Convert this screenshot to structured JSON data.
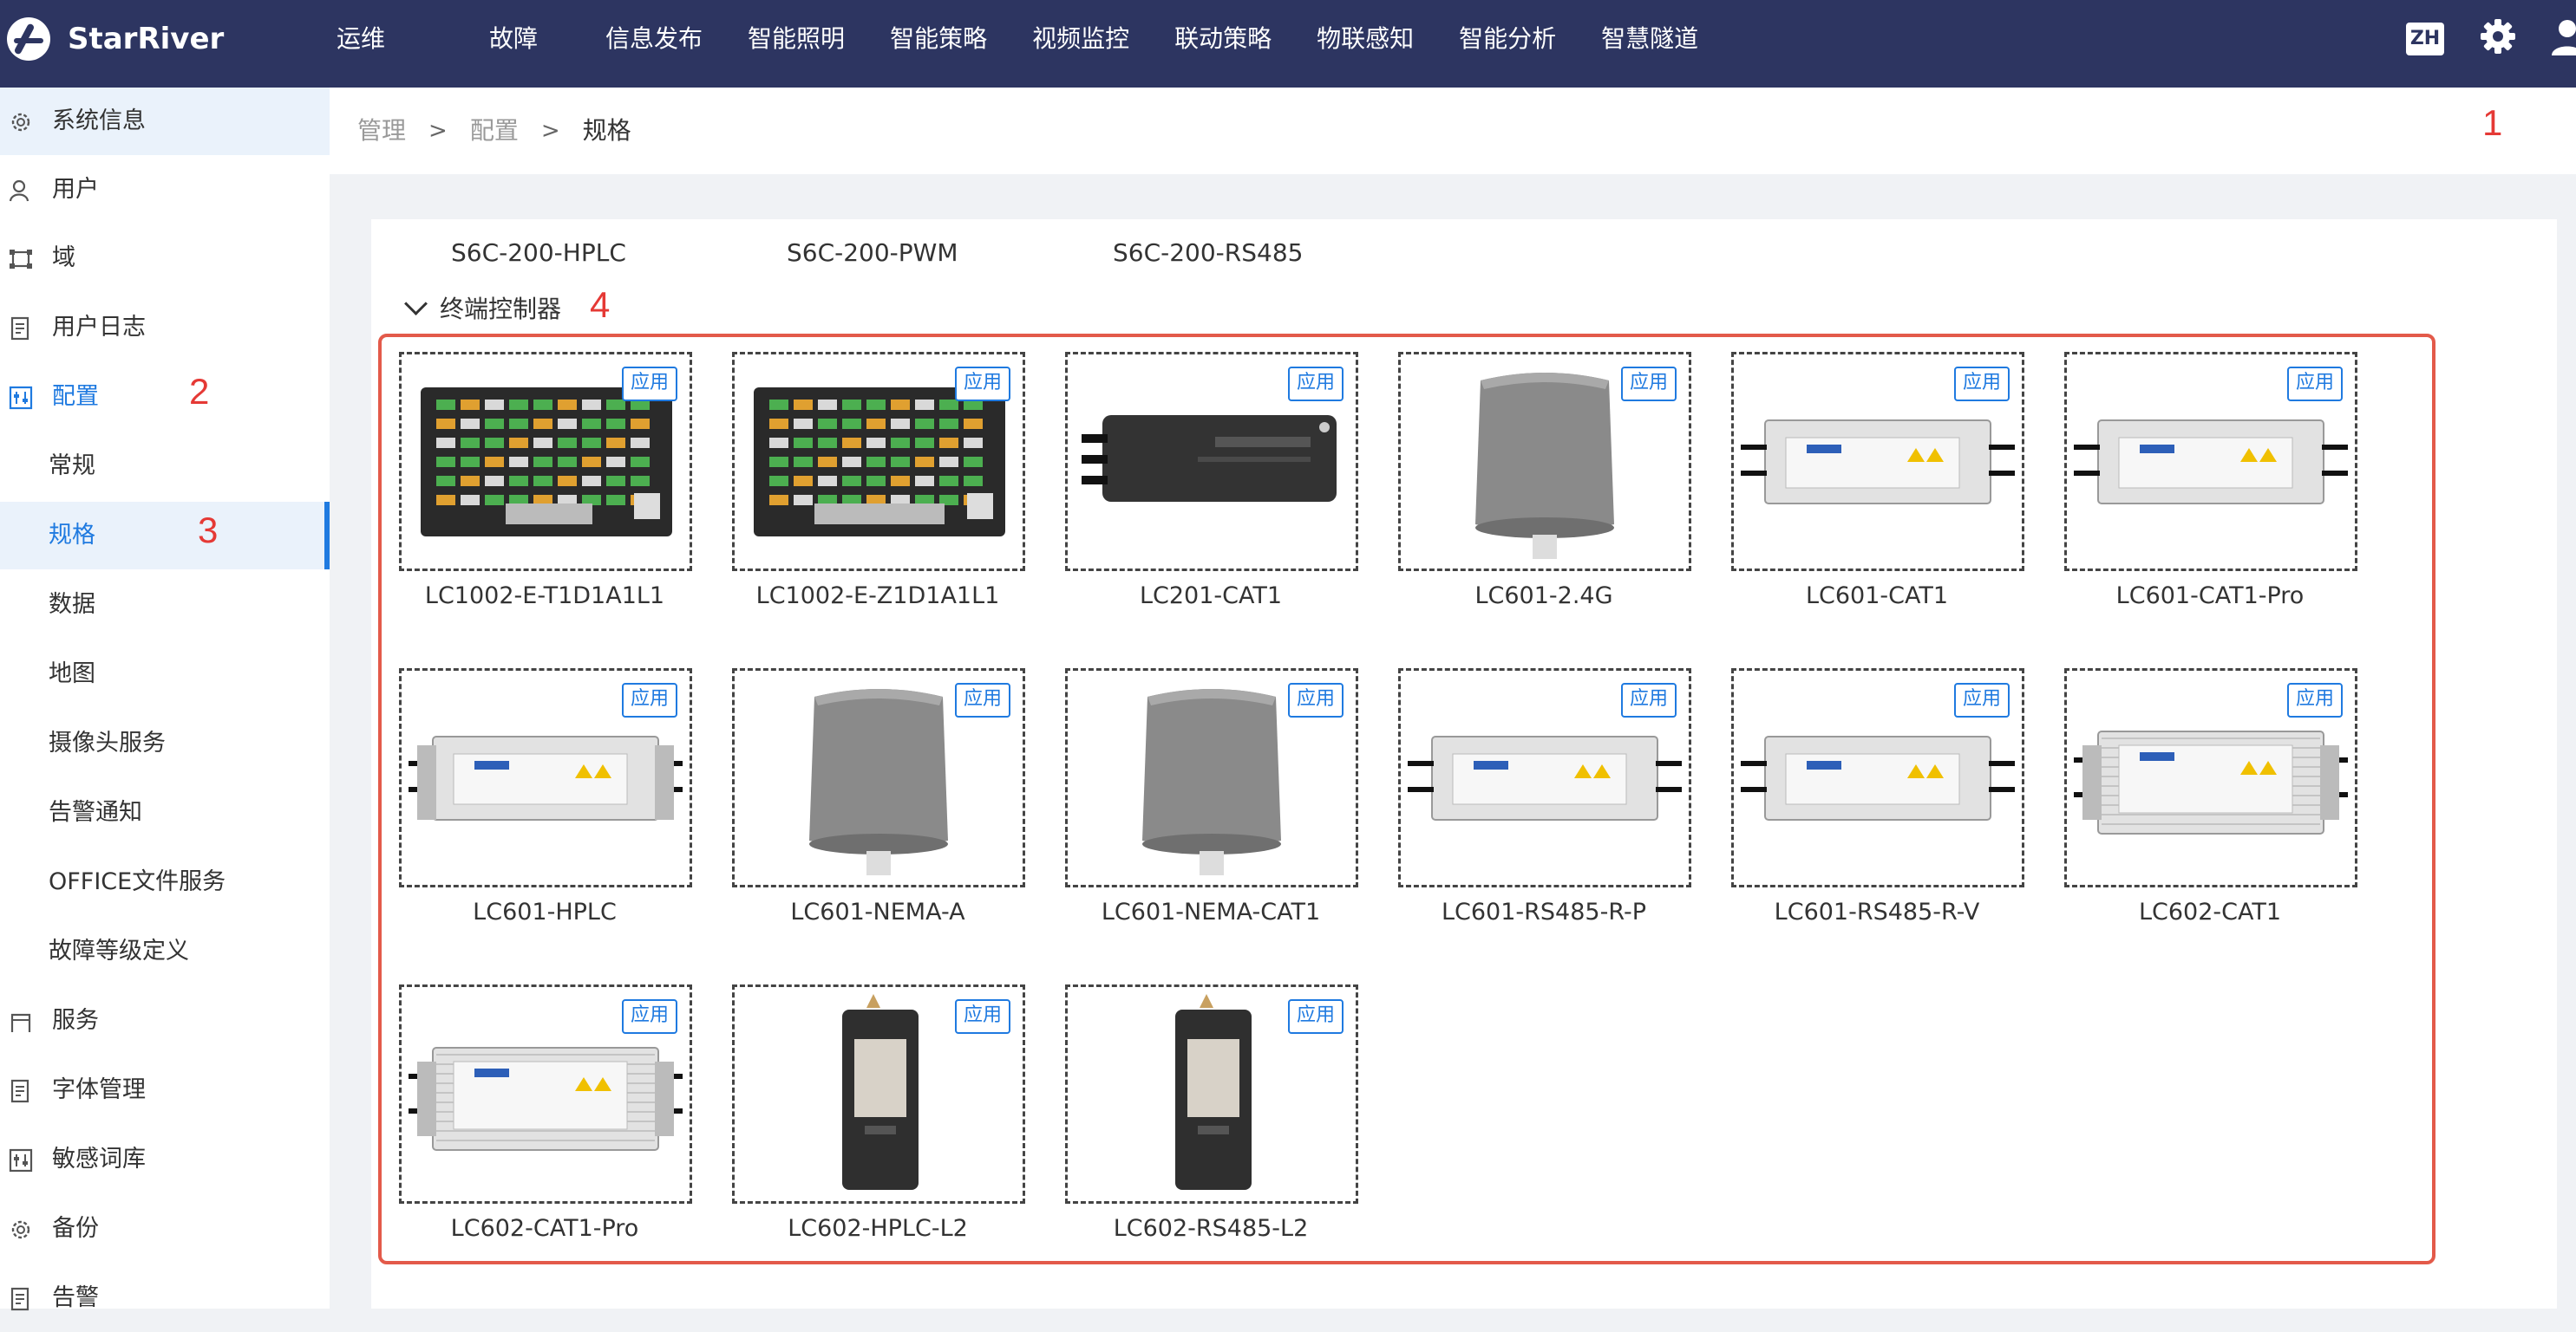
{
  "app": {
    "brand": "StarRiver"
  },
  "topnav": [
    "运维",
    "故障",
    "信息发布",
    "智能照明",
    "智能策略",
    "视频监控",
    "联动策略",
    "物联感知",
    "智能分析",
    "智慧隧道"
  ],
  "header_actions": {
    "lang": "ZH",
    "settings_icon": "gear-icon",
    "user_icon": "user-icon"
  },
  "sidebar": {
    "items": [
      {
        "label": "系统信息",
        "icon": "gear-icon"
      },
      {
        "label": "用户",
        "icon": "user-icon"
      },
      {
        "label": "域",
        "icon": "domain-icon"
      },
      {
        "label": "用户日志",
        "icon": "log-icon"
      },
      {
        "label": "配置",
        "icon": "config-icon"
      },
      {
        "label": "常规",
        "icon": ""
      },
      {
        "label": "规格",
        "icon": ""
      },
      {
        "label": "数据",
        "icon": ""
      },
      {
        "label": "地图",
        "icon": ""
      },
      {
        "label": "摄像头服务",
        "icon": ""
      },
      {
        "label": "告警通知",
        "icon": ""
      },
      {
        "label": "OFFICE文件服务",
        "icon": ""
      },
      {
        "label": "故障等级定义",
        "icon": ""
      },
      {
        "label": "服务",
        "icon": "server-icon"
      },
      {
        "label": "字体管理",
        "icon": "log-icon"
      },
      {
        "label": "敏感词库",
        "icon": "config-icon"
      },
      {
        "label": "备份",
        "icon": "gear-icon"
      },
      {
        "label": "告警",
        "icon": "log-icon"
      }
    ]
  },
  "breadcrumb": {
    "items": [
      "管理",
      "配置"
    ],
    "current": "规格",
    "separator": ">"
  },
  "tabs": [
    "S6C-200-HPLC",
    "S6C-200-PWM",
    "S6C-200-RS485"
  ],
  "group": {
    "title": "终端控制器"
  },
  "apply_label": "应用",
  "products": [
    {
      "name": "LC1002-E-T1D1A1L1",
      "kind": "board-a"
    },
    {
      "name": "LC1002-E-Z1D1A1L1",
      "kind": "board-b"
    },
    {
      "name": "LC201-CAT1",
      "kind": "black-box"
    },
    {
      "name": "LC601-2.4G",
      "kind": "nema"
    },
    {
      "name": "LC601-CAT1",
      "kind": "driver"
    },
    {
      "name": "LC601-CAT1-Pro",
      "kind": "driver"
    },
    {
      "name": "LC601-HPLC",
      "kind": "driver-bracket"
    },
    {
      "name": "LC601-NEMA-A",
      "kind": "nema"
    },
    {
      "name": "LC601-NEMA-CAT1",
      "kind": "nema"
    },
    {
      "name": "LC601-RS485-R-P",
      "kind": "driver"
    },
    {
      "name": "LC601-RS485-R-V",
      "kind": "driver"
    },
    {
      "name": "LC602-CAT1",
      "kind": "driver-finned"
    },
    {
      "name": "LC602-CAT1-Pro",
      "kind": "driver-finned"
    },
    {
      "name": "LC602-HPLC-L2",
      "kind": "dark-module"
    },
    {
      "name": "LC602-RS485-L2",
      "kind": "dark-module"
    }
  ],
  "annotations": [
    "1",
    "2",
    "3",
    "4"
  ],
  "colors": {
    "topbar": "#2d3561",
    "accent": "#1f7ae0",
    "annotation": "#e53935"
  }
}
